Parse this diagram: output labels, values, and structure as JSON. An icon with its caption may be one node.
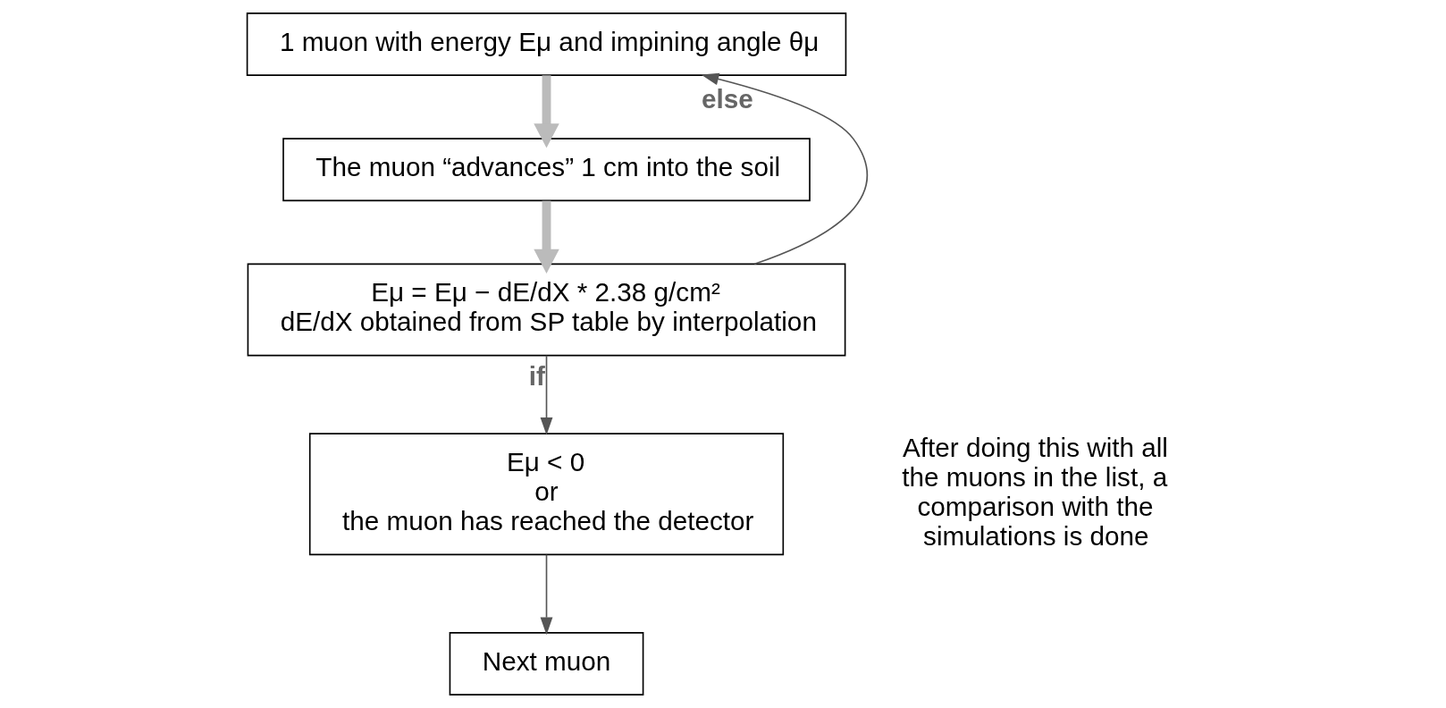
{
  "diagram": {
    "nodes": [
      {
        "text": [
          "1 muon with energy Eμ and impining angle θμ"
        ]
      },
      {
        "text": [
          "The muon “advances” 1 cm into the soil"
        ]
      },
      {
        "text": [
          "Eμ = Eμ − dE/dX * 2.38 g/cm²",
          "dE/dX obtained from SP table by interpolation"
        ]
      },
      {
        "text": [
          "Eμ < 0",
          "or",
          "the muon has reached the detector"
        ]
      },
      {
        "text": [
          "Next muon"
        ]
      }
    ],
    "edges": [
      {
        "from": 0,
        "to": 1,
        "arrow": "to",
        "style": "thick",
        "color": "#bbbbbb"
      },
      {
        "from": 1,
        "to": 2,
        "arrow": "to",
        "style": "thick",
        "color": "#bbbbbb"
      },
      {
        "from": 2,
        "to": 3,
        "arrow": "to",
        "label": "if"
      },
      {
        "from": 3,
        "to": 4,
        "arrow": "to"
      },
      {
        "from": 2,
        "to": 0,
        "arrow": "to",
        "label": "else"
      }
    ],
    "labels": [
      "After doing this with all the muons in the list, a comparison with the simulations is done"
    ]
  }
}
